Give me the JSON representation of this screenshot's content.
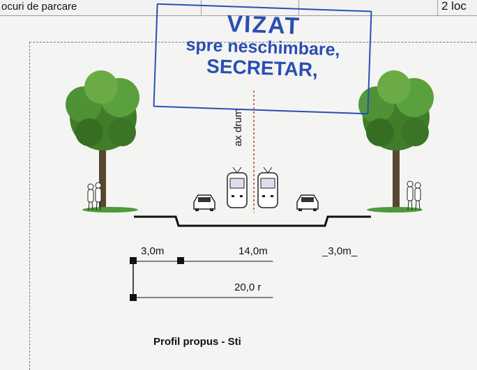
{
  "table": {
    "parking_label": "ocuri de parcare",
    "parking_value": "2 loc"
  },
  "stamp": {
    "line1": "VIZAT",
    "line2": "spre neschimbare,",
    "line3": "SECRETAR,",
    "color": "#2a4fb3"
  },
  "drawing": {
    "axis_label": "ax drum",
    "dimensions": {
      "left_sidewalk": "3,0m",
      "roadway": "14,0m",
      "right_sidewalk": "_3,0m_",
      "total": "20,0 r"
    },
    "caption": "Profil propus - Sti",
    "icons": [
      "tree-icon",
      "pedestrian-icon",
      "car-icon",
      "tram-icon"
    ],
    "grass_color": "#4e9a3a"
  }
}
